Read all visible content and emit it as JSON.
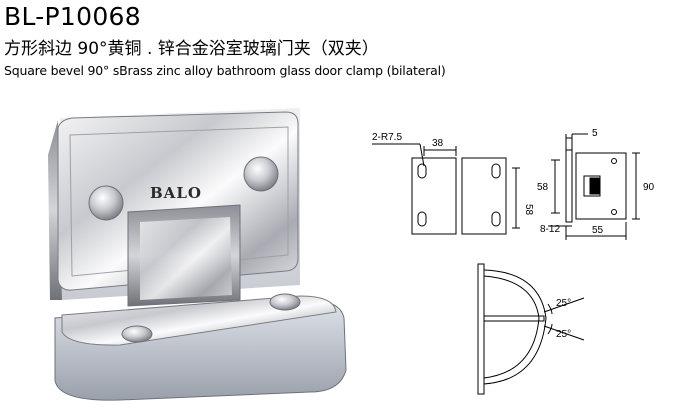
{
  "product": {
    "model": "BL-P10068",
    "title_cn": "方形斜边 90°黄铜 . 锌合金浴室玻璃门夹（双夹）",
    "title_en": "Square bevel 90° sBrass zinc alloy bathroom glass door clamp (bilateral)",
    "logo": "BALO"
  },
  "front_drawing": {
    "hole_label": "2-R7.5",
    "width_label": "38",
    "height_label": "58"
  },
  "side_drawing": {
    "plate_label": "5",
    "height_label": "58",
    "total_height_label": "90",
    "glass_label": "8-12",
    "depth_label": "55"
  },
  "swing_drawing": {
    "angle_top": "25°",
    "angle_bottom": "25°"
  }
}
